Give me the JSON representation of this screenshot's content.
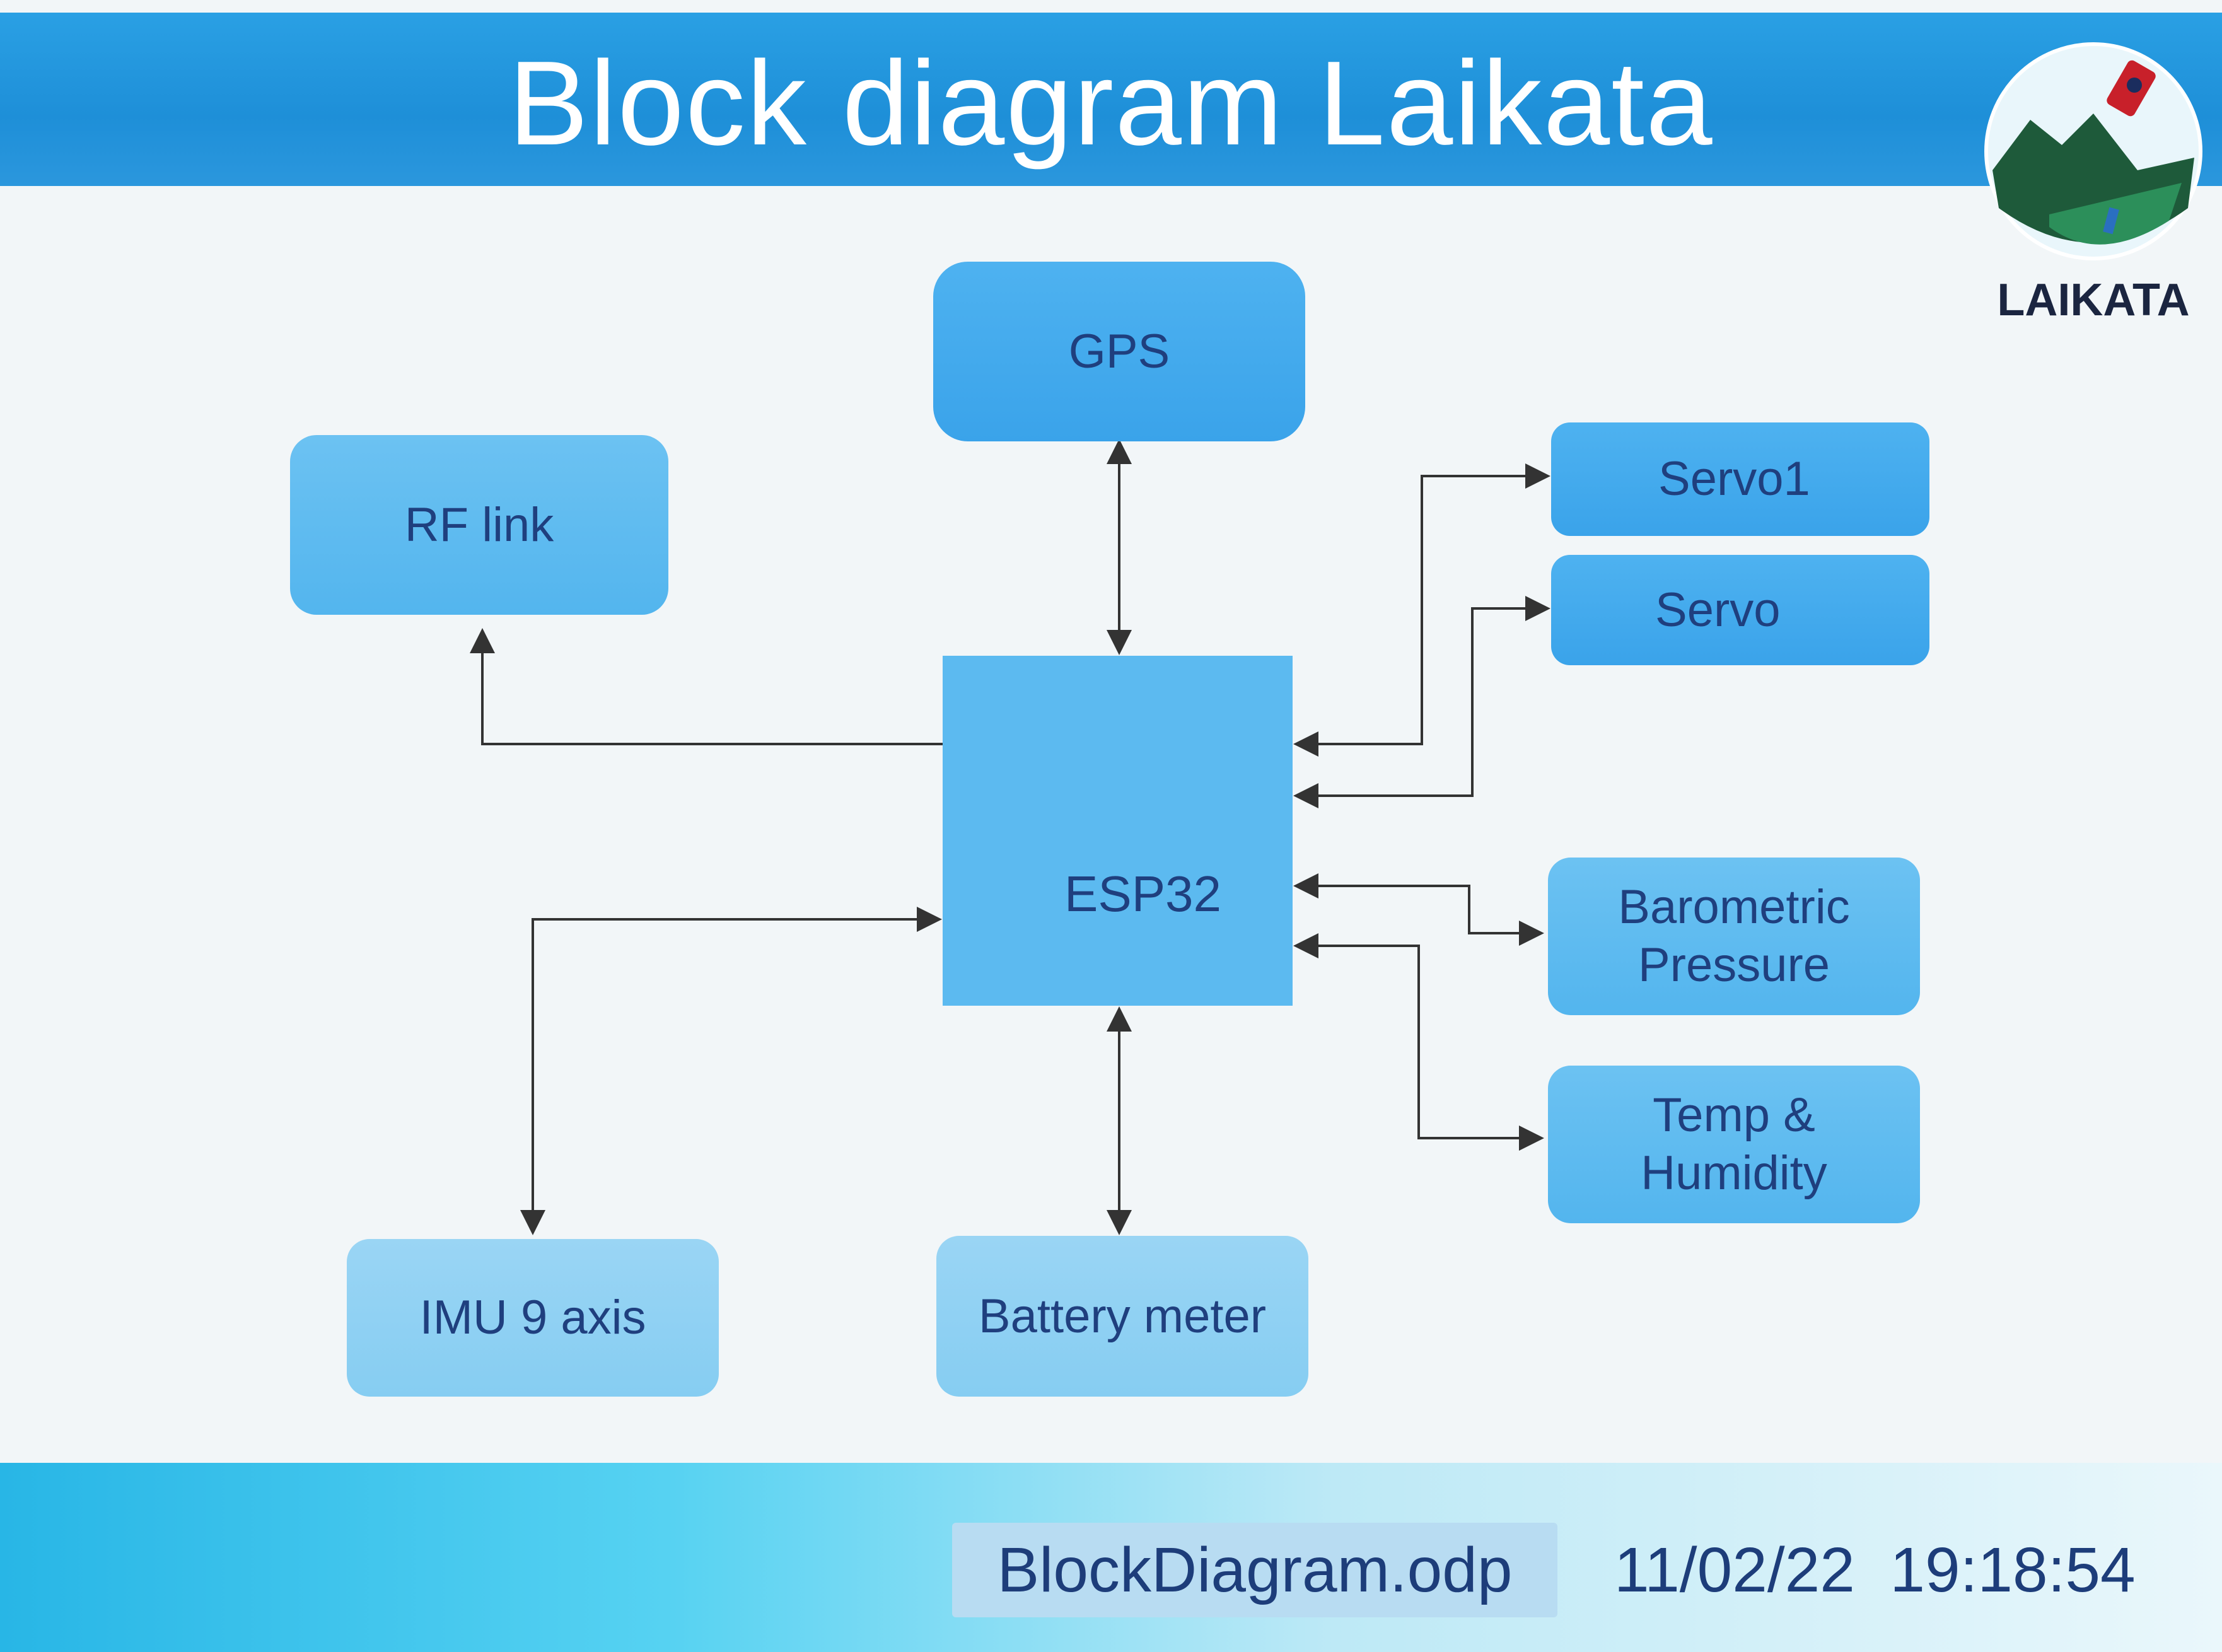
{
  "title": "Block diagram Laikata",
  "logo": {
    "text": "LAIKATA"
  },
  "blocks": {
    "gps": "GPS",
    "rf_link": "RF link",
    "esp32": "ESP32",
    "servo1": "Servo1",
    "servo2": "Servo",
    "barometric": "Barometric Pressure",
    "temp_humidity": "Temp & Humidity",
    "imu": "IMU 9 axis",
    "battery": "Battery meter"
  },
  "footer": {
    "filename": "BlockDiagram.odp",
    "datetime": "11/02/22  19:18:54"
  },
  "colors": {
    "title_band": "#1e8fd8",
    "block_dark": "#3aa3ea",
    "block_light": "#86cdf2",
    "text": "#1f3f7e",
    "arrow": "#333333"
  }
}
